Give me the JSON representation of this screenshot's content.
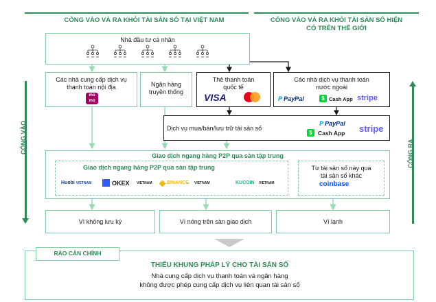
{
  "headers": {
    "left": "CỔNG VÀO VÀ RA KHỎI TÀI SẢN SỐ TẠI VIỆT NAM",
    "right_line1": "CỔNG VÀO VÀ RA KHỎI TÀI SẢN SỐ HIỆN",
    "right_line2": "CÓ TRÊN THẾ GIỚI"
  },
  "investors": {
    "label": "Nhà đầu tư cá nhân"
  },
  "side_labels": {
    "entry": "CỔNG VÀO",
    "exit": "CỔNG RA"
  },
  "domestic_payment": {
    "line1": "Các nhà cung cấp dịch vụ",
    "line2": "thanh toán nội địa",
    "logo_text": "mo mo"
  },
  "traditional_bank": {
    "line1": "Ngân hàng",
    "line2": "truyền thống"
  },
  "intl_card": {
    "line1": "Thẻ thanh toán",
    "line2": "quốc tế",
    "visa": "VISA",
    "mastercard": "mastercard"
  },
  "foreign_payment": {
    "line1": "Các nhà dịch vụ thanh toán",
    "line2": "nước ngoài",
    "paypal": "PayPal",
    "cashapp": "Cash App",
    "stripe": "stripe"
  },
  "services": {
    "label": "Dịch vụ mua/bán/lưu trữ tài sản số",
    "paypal": "PayPal",
    "cashapp": "Cash App",
    "stripe": "stripe"
  },
  "p2p_outer": {
    "label": "Giao dịch ngang hàng P2P qua sàn tập trung"
  },
  "p2p_inner": {
    "label": "Giao dịch ngang hàng P2P qua sàn tập trung"
  },
  "exchanges": [
    {
      "name": "Huobi",
      "suffix": "VIETNAM"
    },
    {
      "name": "OKEX",
      "suffix": "VIETNAM"
    },
    {
      "name": "BINANCE",
      "suffix": "VIETNAM"
    },
    {
      "name": "KUCOIN",
      "suffix": "VIETNAM"
    }
  ],
  "other_assets": {
    "line1": "Từ tài sản số này qua",
    "line2": "tài sản số khác",
    "logo": "coinbase"
  },
  "wallets": {
    "cold": "Ví không lưu ký",
    "hot": "Ví nóng trên sàn giao dịch",
    "cold2": "Ví lạnh"
  },
  "barrier": {
    "tag": "RÀO CẢN CHÍNH",
    "title": "THIẾU KHUNG PHÁP LÝ CHO TÀI SẢN SỐ",
    "line1": "Nhà cung cấp dịch vụ thanh toán và ngân hàng",
    "line2": "không được phép cung cấp dịch vụ liên quan tài sản số"
  },
  "colors": {
    "accent": "#2e8b57",
    "border": "#7ecfa0",
    "arrow": "#9ad9b5"
  }
}
